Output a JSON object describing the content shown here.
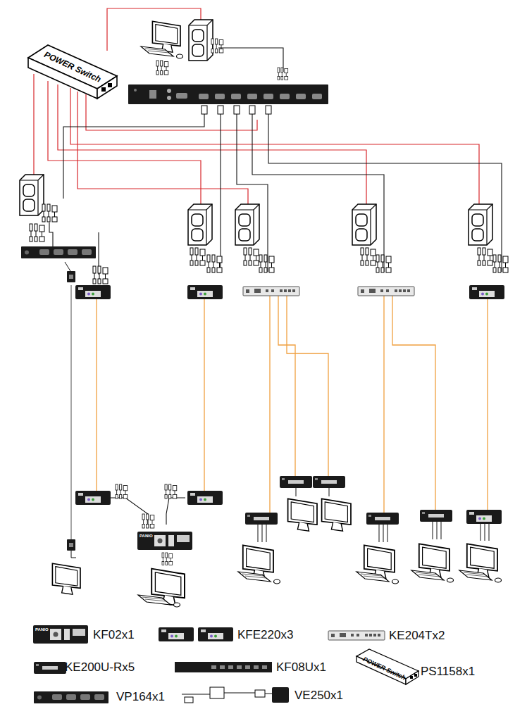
{
  "diagram": {
    "nodes": [
      {
        "text": [
          "POWER Switch"
        ]
      }
    ],
    "labels": [
      "PANIO",
      "PANIO",
      "POWER Switch"
    ],
    "legend": [
      {
        "text": "KF02x1"
      },
      {
        "text": "KFE220x3"
      },
      {
        "text": "KE204Tx2"
      },
      {
        "text": "KE200U-Rx5"
      },
      {
        "text": "KF08Ux1"
      },
      {
        "text": "PS1158x1"
      },
      {
        "text": "VP164x1"
      },
      {
        "text": "VE250x1"
      }
    ]
  }
}
